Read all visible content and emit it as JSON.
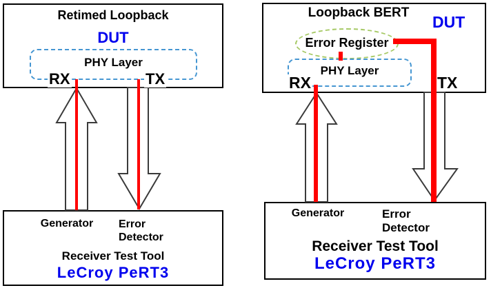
{
  "colors": {
    "red": "#ff0000",
    "blue": "#0000ee",
    "dash_blue": "#4596d2",
    "dash_green": "#a6c965",
    "arrow_outline": "#3a3a3a",
    "border": "#000000"
  },
  "left_diagram": {
    "title": "Retimed Loopback",
    "dut": "DUT",
    "phy": "PHY Layer",
    "rx": "RX",
    "tx": "TX",
    "generator": "Generator",
    "error_detector_line1": "Error",
    "error_detector_line2": "Detector",
    "tool": "Receiver Test Tool",
    "brand": "LeCroy PeRT3"
  },
  "right_diagram": {
    "title": "Loopback BERT",
    "dut": "DUT",
    "error_register": "Error Register",
    "phy": "PHY Layer",
    "rx": "RX",
    "tx": "TX",
    "generator": "Generator",
    "error_detector_line1": "Error",
    "error_detector_line2": "Detector",
    "tool": "Receiver Test Tool",
    "brand": "LeCroy PeRT3"
  }
}
